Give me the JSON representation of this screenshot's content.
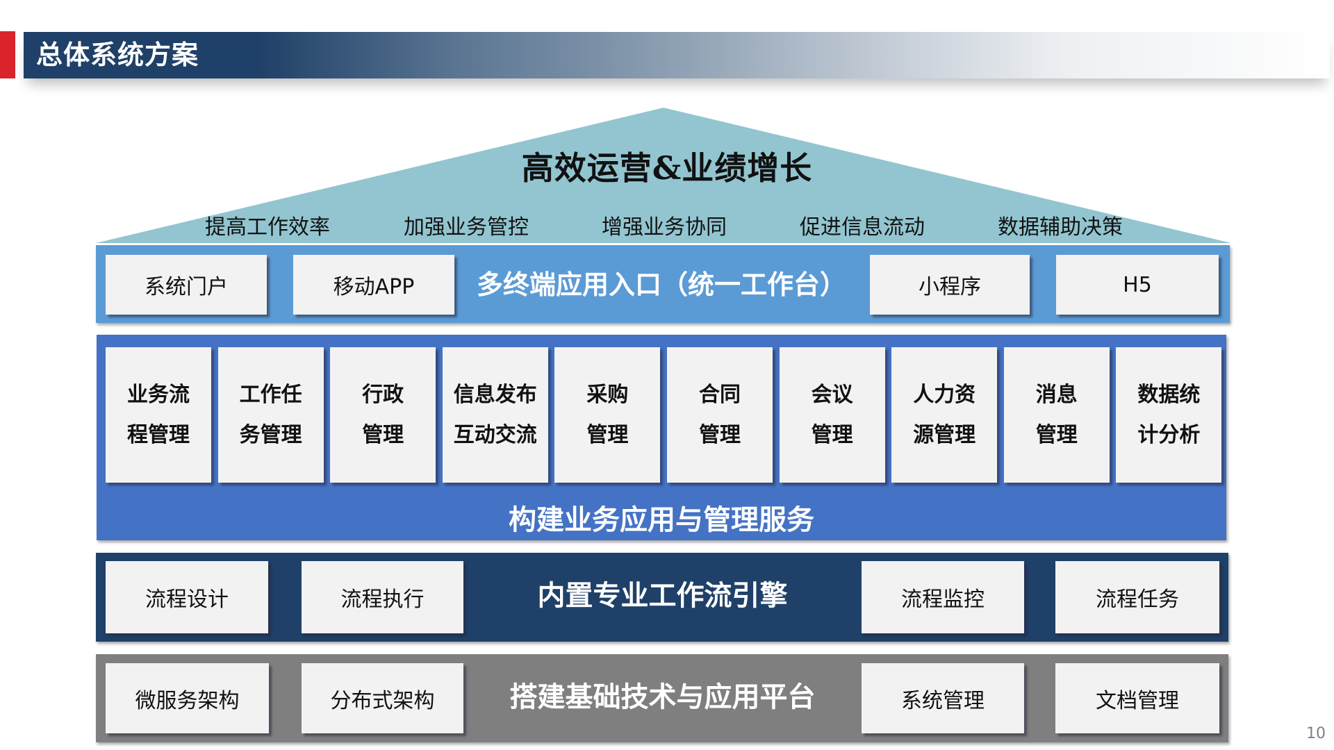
{
  "header": {
    "title": "总体系统方案"
  },
  "roof": {
    "title": "高效运营&业绩增长",
    "goals": [
      "提高工作效率",
      "加强业务管控",
      "增强业务协同",
      "促进信息流动",
      "数据辅助决策"
    ],
    "color": "#92c5d0"
  },
  "entry_layer": {
    "label": "多终端应用入口（统一工作台）",
    "items": [
      "系统门户",
      "移动APP",
      "小程序",
      "H5"
    ],
    "color": "#5b9bd5"
  },
  "app_layer": {
    "label": "构建业务应用与管理服务",
    "modules": [
      {
        "line1": "业务流",
        "line2": "程管理"
      },
      {
        "line1": "工作任",
        "line2": "务管理"
      },
      {
        "line1": "行政",
        "line2": "管理"
      },
      {
        "line1": "信息发布",
        "line2": "互动交流"
      },
      {
        "line1": "采购",
        "line2": "管理"
      },
      {
        "line1": "合同",
        "line2": "管理"
      },
      {
        "line1": "会议",
        "line2": "管理"
      },
      {
        "line1": "人力资",
        "line2": "源管理"
      },
      {
        "line1": "消息",
        "line2": "管理"
      },
      {
        "line1": "数据统",
        "line2": "计分析"
      }
    ],
    "color": "#4472c4"
  },
  "workflow_layer": {
    "label": "内置专业工作流引擎",
    "items": [
      "流程设计",
      "流程执行",
      "流程监控",
      "流程任务"
    ],
    "color": "#1f4068"
  },
  "platform_layer": {
    "label": "搭建基础技术与应用平台",
    "items": [
      "微服务架构",
      "分布式架构",
      "系统管理",
      "文档管理"
    ],
    "color": "#7f7f7f"
  },
  "footer": {
    "page_number": "10"
  },
  "colors": {
    "accent_red": "#d9242b",
    "header_blue": "#1f4068",
    "box_fill": "#f2f2f2"
  }
}
